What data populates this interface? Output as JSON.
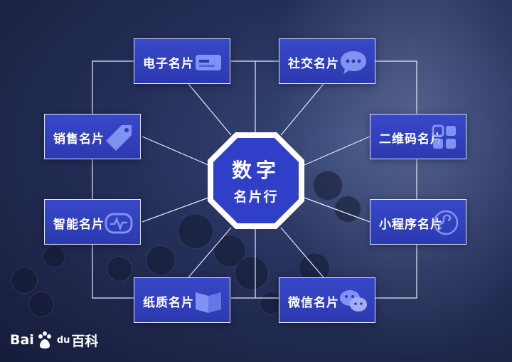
{
  "center": {
    "line1": "数字",
    "line2": "名片行"
  },
  "nodes": {
    "electronic": "电子名片",
    "social": "社交名片",
    "sales": "销售名片",
    "qrcode": "二维码名片",
    "smart": "智能名片",
    "miniprogram": "小程序名片",
    "paper": "纸质名片",
    "wechat": "微信名片"
  },
  "watermark": {
    "left": "Bai",
    "middle": "du",
    "right": "百科"
  },
  "colors": {
    "card": "#3340c0",
    "card_border": "#dfe4ff",
    "center_ring": "#2f3fc8",
    "line": "#e6e9ff"
  }
}
